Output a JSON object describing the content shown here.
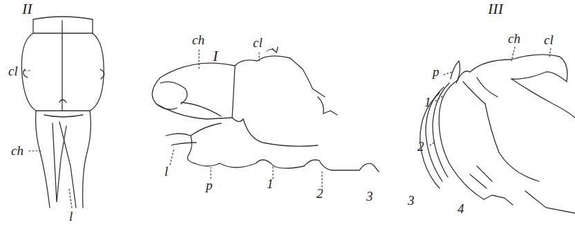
{
  "diagram": {
    "labels": [
      "II",
      "cl",
      "ch",
      "l",
      "I",
      "ch",
      "cl",
      "l",
      "p",
      "1",
      "2",
      "3",
      "III",
      "ch",
      "cl",
      "p",
      "1",
      "2",
      "3",
      "4"
    ]
  }
}
